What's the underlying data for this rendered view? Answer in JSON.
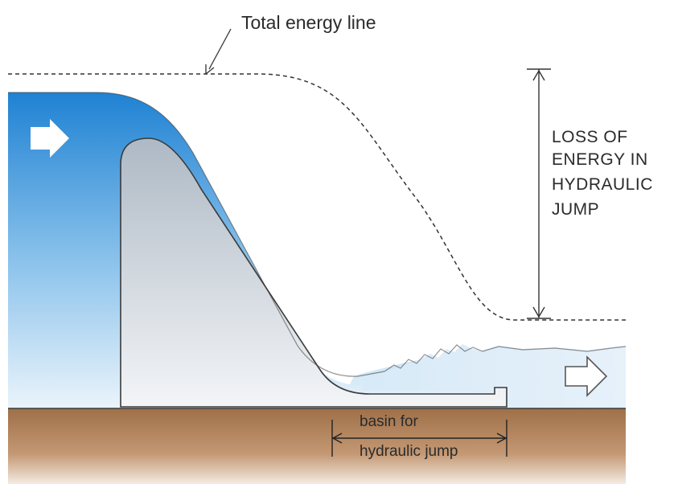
{
  "labels": {
    "total_energy_line": "Total energy line",
    "loss_of_energy": [
      "LOSS OF",
      "ENERGY IN",
      "HYDRAULIC",
      "JUMP"
    ],
    "basin": [
      "basin for",
      "hydraulic jump"
    ]
  },
  "icons": {
    "inflow": "right-arrow-icon",
    "outflow": "right-arrow-outline-icon"
  },
  "colors": {
    "water_deep": "#1f82d3",
    "water_light": "#e7f3fb",
    "spillway_dark": "#b3bfcb",
    "ground": "#a97a52",
    "line": "#333333"
  }
}
